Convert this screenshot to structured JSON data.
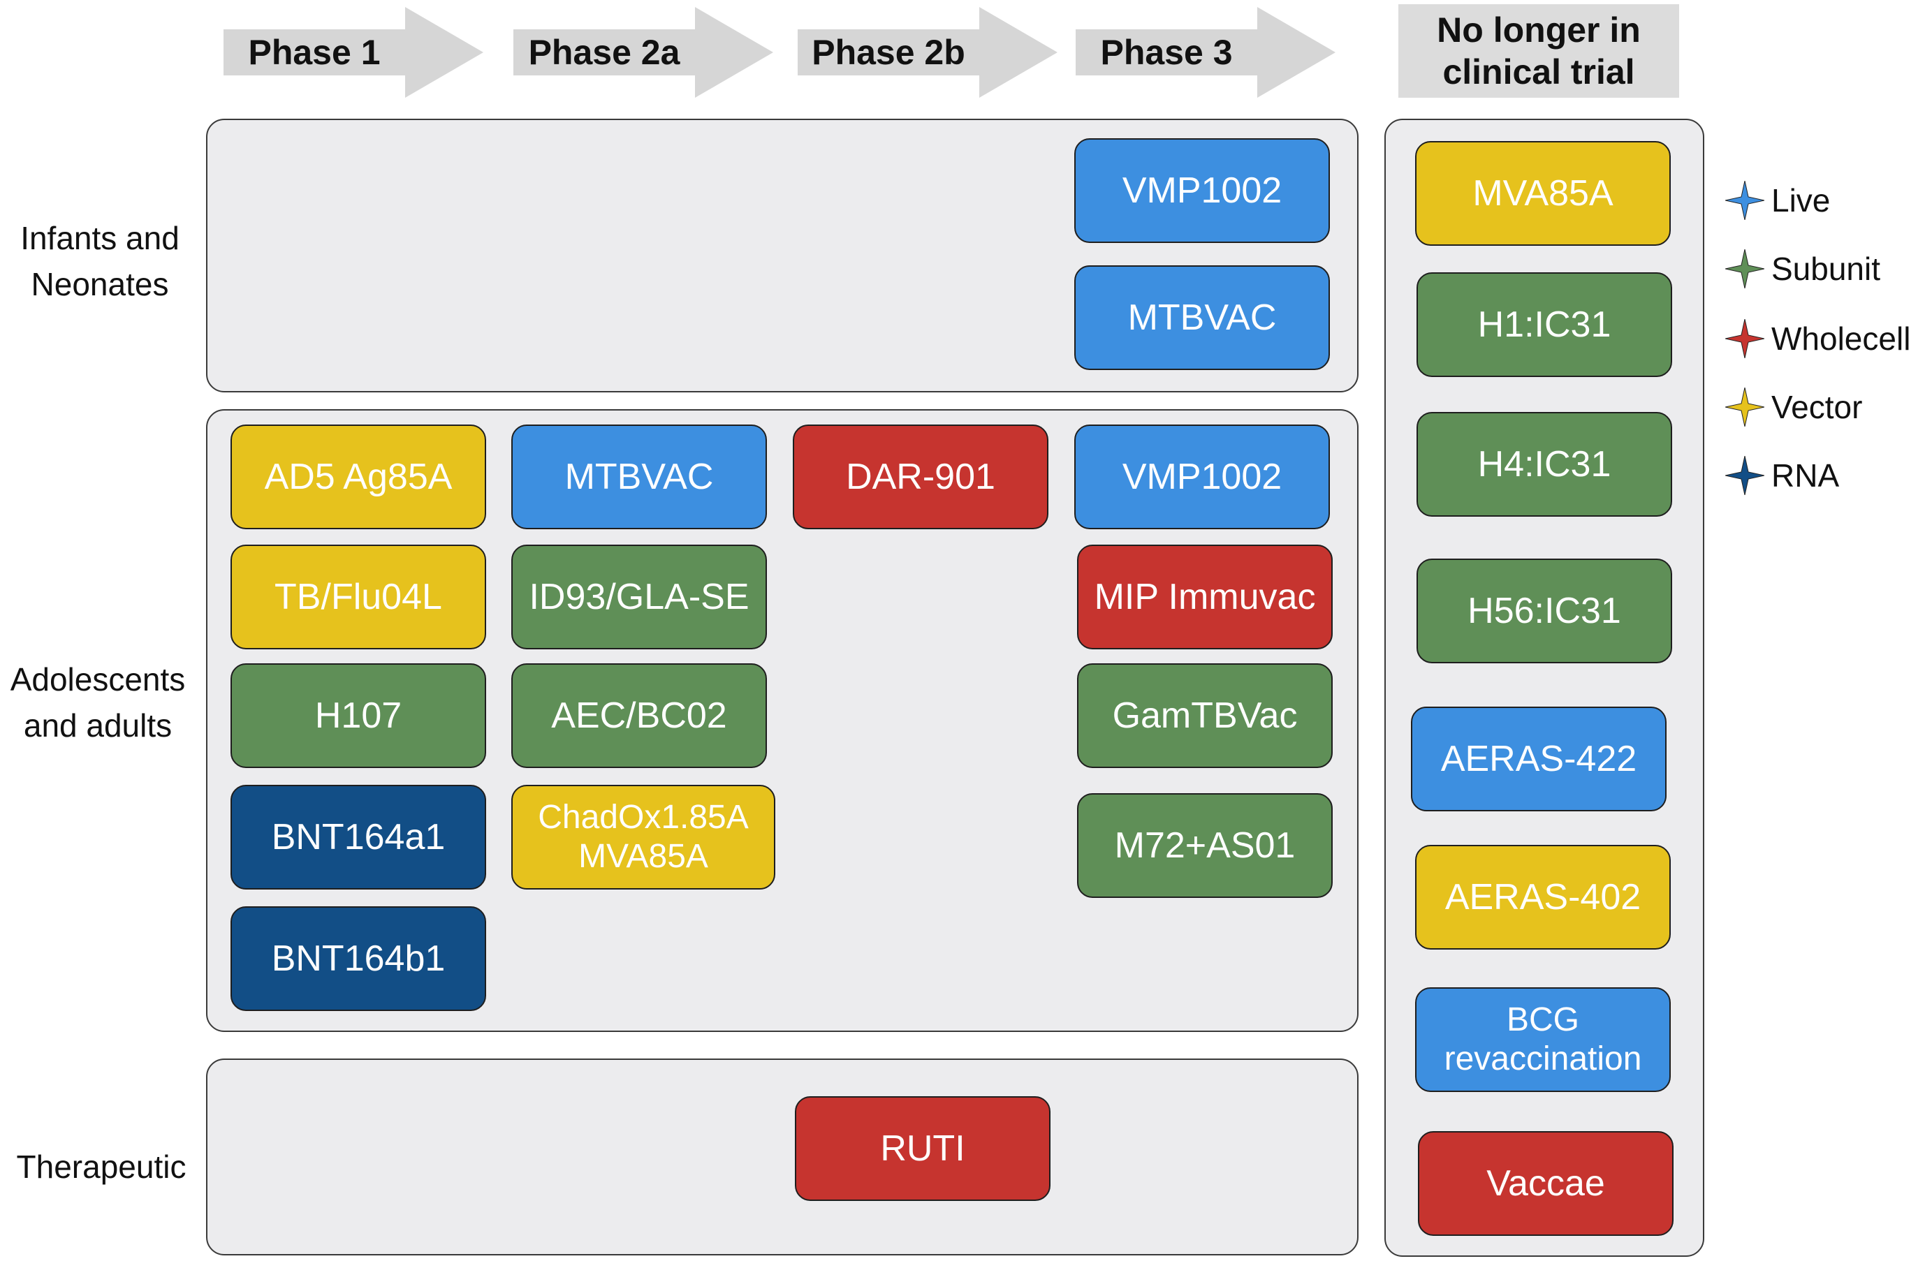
{
  "phases": [
    {
      "label": "Phase 1"
    },
    {
      "label": "Phase 2a"
    },
    {
      "label": "Phase 2b"
    },
    {
      "label": "Phase 3"
    }
  ],
  "no_longer_header": "No longer in clinical trial",
  "rows": [
    {
      "label": "Infants and Neonates"
    },
    {
      "label": "Adolescents and adults"
    },
    {
      "label": "Therapeutic"
    }
  ],
  "vaccines": {
    "infants_phase3": [
      {
        "name": "VMP1002",
        "type": "live"
      },
      {
        "name": "MTBVAC",
        "type": "live"
      }
    ],
    "adults_phase1": [
      {
        "name": "AD5 Ag85A",
        "type": "vector"
      },
      {
        "name": "TB/Flu04L",
        "type": "vector"
      },
      {
        "name": "H107",
        "type": "subunit"
      },
      {
        "name": "BNT164a1",
        "type": "rna"
      },
      {
        "name": "BNT164b1",
        "type": "rna"
      }
    ],
    "adults_phase2a": [
      {
        "name": "MTBVAC",
        "type": "live"
      },
      {
        "name": "ID93/GLA-SE",
        "type": "subunit"
      },
      {
        "name": "AEC/BC02",
        "type": "subunit"
      },
      {
        "name": "ChadOx1.85A MVA85A",
        "type": "vector"
      }
    ],
    "adults_phase2b": [
      {
        "name": "DAR-901",
        "type": "wholecell"
      }
    ],
    "adults_phase3": [
      {
        "name": "VMP1002",
        "type": "live"
      },
      {
        "name": "MIP Immuvac",
        "type": "wholecell"
      },
      {
        "name": "GamTBVac",
        "type": "subunit"
      },
      {
        "name": "M72+AS01",
        "type": "subunit"
      }
    ],
    "therapeutic_phase2b": [
      {
        "name": "RUTI",
        "type": "wholecell"
      }
    ],
    "no_longer": [
      {
        "name": "MVA85A",
        "type": "vector"
      },
      {
        "name": "H1:IC31",
        "type": "subunit"
      },
      {
        "name": "H4:IC31",
        "type": "subunit"
      },
      {
        "name": "H56:IC31",
        "type": "subunit"
      },
      {
        "name": "AERAS-422",
        "type": "live"
      },
      {
        "name": "AERAS-402",
        "type": "vector"
      },
      {
        "name": "BCG revaccination",
        "type": "live"
      },
      {
        "name": "Vaccae",
        "type": "wholecell"
      }
    ]
  },
  "legend": [
    {
      "label": "Live",
      "color": "#3d8fe0"
    },
    {
      "label": "Subunit",
      "color": "#5f8f57"
    },
    {
      "label": "Wholecell",
      "color": "#c6342f"
    },
    {
      "label": "Vector",
      "color": "#e6c21d"
    },
    {
      "label": "RNA",
      "color": "#124e86"
    }
  ]
}
